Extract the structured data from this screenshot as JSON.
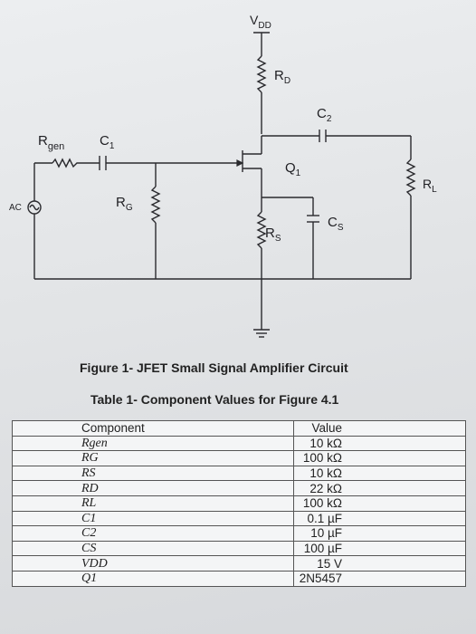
{
  "circuit": {
    "vdd": "V",
    "vdd_sub": "DD",
    "rd": "R",
    "rd_sub": "D",
    "c2": "C",
    "c2_sub": "2",
    "rgen": "R",
    "rgen_sub": "gen",
    "c1": "C",
    "c1_sub": "1",
    "q1": "Q",
    "q1_sub": "1",
    "rl": "R",
    "rl_sub": "L",
    "ac": "AC",
    "rg": "R",
    "rg_sub": "G",
    "rs": "R",
    "rs_sub": "S",
    "cs": "C",
    "cs_sub": "S"
  },
  "figure_caption": "Figure 1- JFET Small Signal Amplifier Circuit",
  "table_caption": "Table 1- Component Values for Figure 4.1",
  "table": {
    "headers": [
      "Component",
      "Value"
    ],
    "rows": [
      {
        "component": "Rgen",
        "value": "10 kΩ"
      },
      {
        "component": "RG",
        "value": "100 kΩ"
      },
      {
        "component": "RS",
        "value": "10 kΩ"
      },
      {
        "component": "RD",
        "value": "22 kΩ"
      },
      {
        "component": "RL",
        "value": "100 kΩ"
      },
      {
        "component": "C1",
        "value": "0.1 µF"
      },
      {
        "component": "C2",
        "value": "10 µF"
      },
      {
        "component": "CS",
        "value": "100 µF"
      },
      {
        "component": "VDD",
        "value": "15 V"
      },
      {
        "component": "Q1",
        "value": "2N5457"
      }
    ]
  }
}
